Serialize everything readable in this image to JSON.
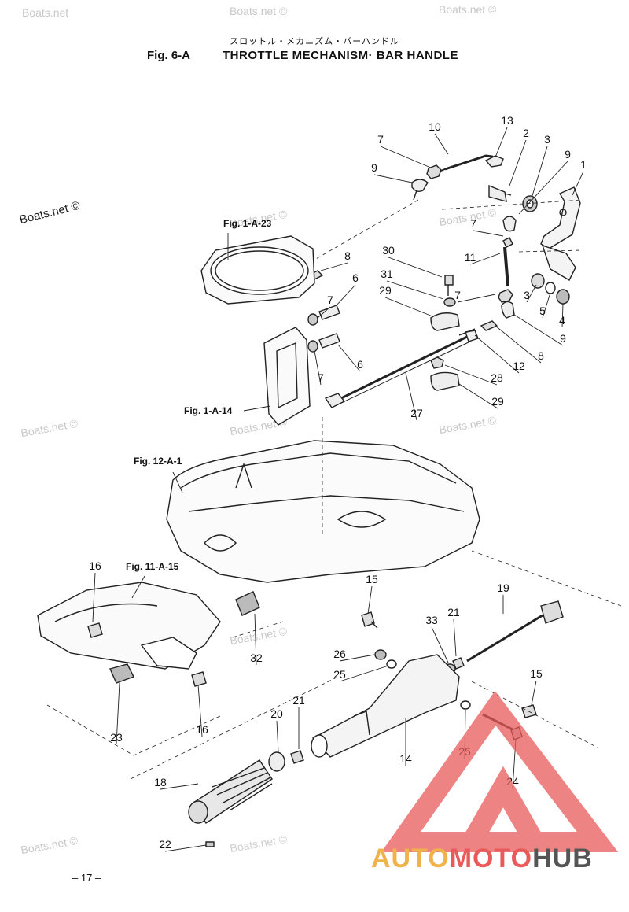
{
  "header": {
    "japanese_title": "スロットル・メカニズム・バーハンドル",
    "fig_no": "Fig. 6-A",
    "title": "THROTTLE MECHANISM· BAR HANDLE"
  },
  "watermarks": {
    "faint": [
      "Boats.net",
      "Boats.net ©",
      "Boats.net ©",
      "Boats.net ©",
      "Boats.net ©",
      "Boats.net ©",
      "Boats.net ©",
      "Boats.net ©",
      "Boats.net ©",
      "Boats.net ©"
    ],
    "dark": "Boats.net ©"
  },
  "references": [
    "Fig. 1-A-23",
    "Fig. 1-A-14",
    "Fig. 12-A-1",
    "Fig. 11-A-15"
  ],
  "callouts": [
    "10",
    "13",
    "7",
    "2",
    "3",
    "9",
    "1",
    "9",
    "7",
    "8",
    "30",
    "11",
    "7",
    "6",
    "31",
    "7",
    "29",
    "3",
    "5",
    "4",
    "9",
    "8",
    "7",
    "6",
    "12",
    "28",
    "27",
    "29",
    "16",
    "15",
    "19",
    "21",
    "33",
    "26",
    "25",
    "15",
    "32",
    "16",
    "23",
    "21",
    "20",
    "14",
    "25",
    "24",
    "18",
    "22"
  ],
  "page_number": "– 17 –",
  "logo": {
    "part1": "AUTO",
    "part2": "MOTO",
    "part3": "HUB",
    "colors": {
      "orange": "#f0b24a",
      "red": "#e95a5a",
      "gray": "#555555"
    }
  }
}
